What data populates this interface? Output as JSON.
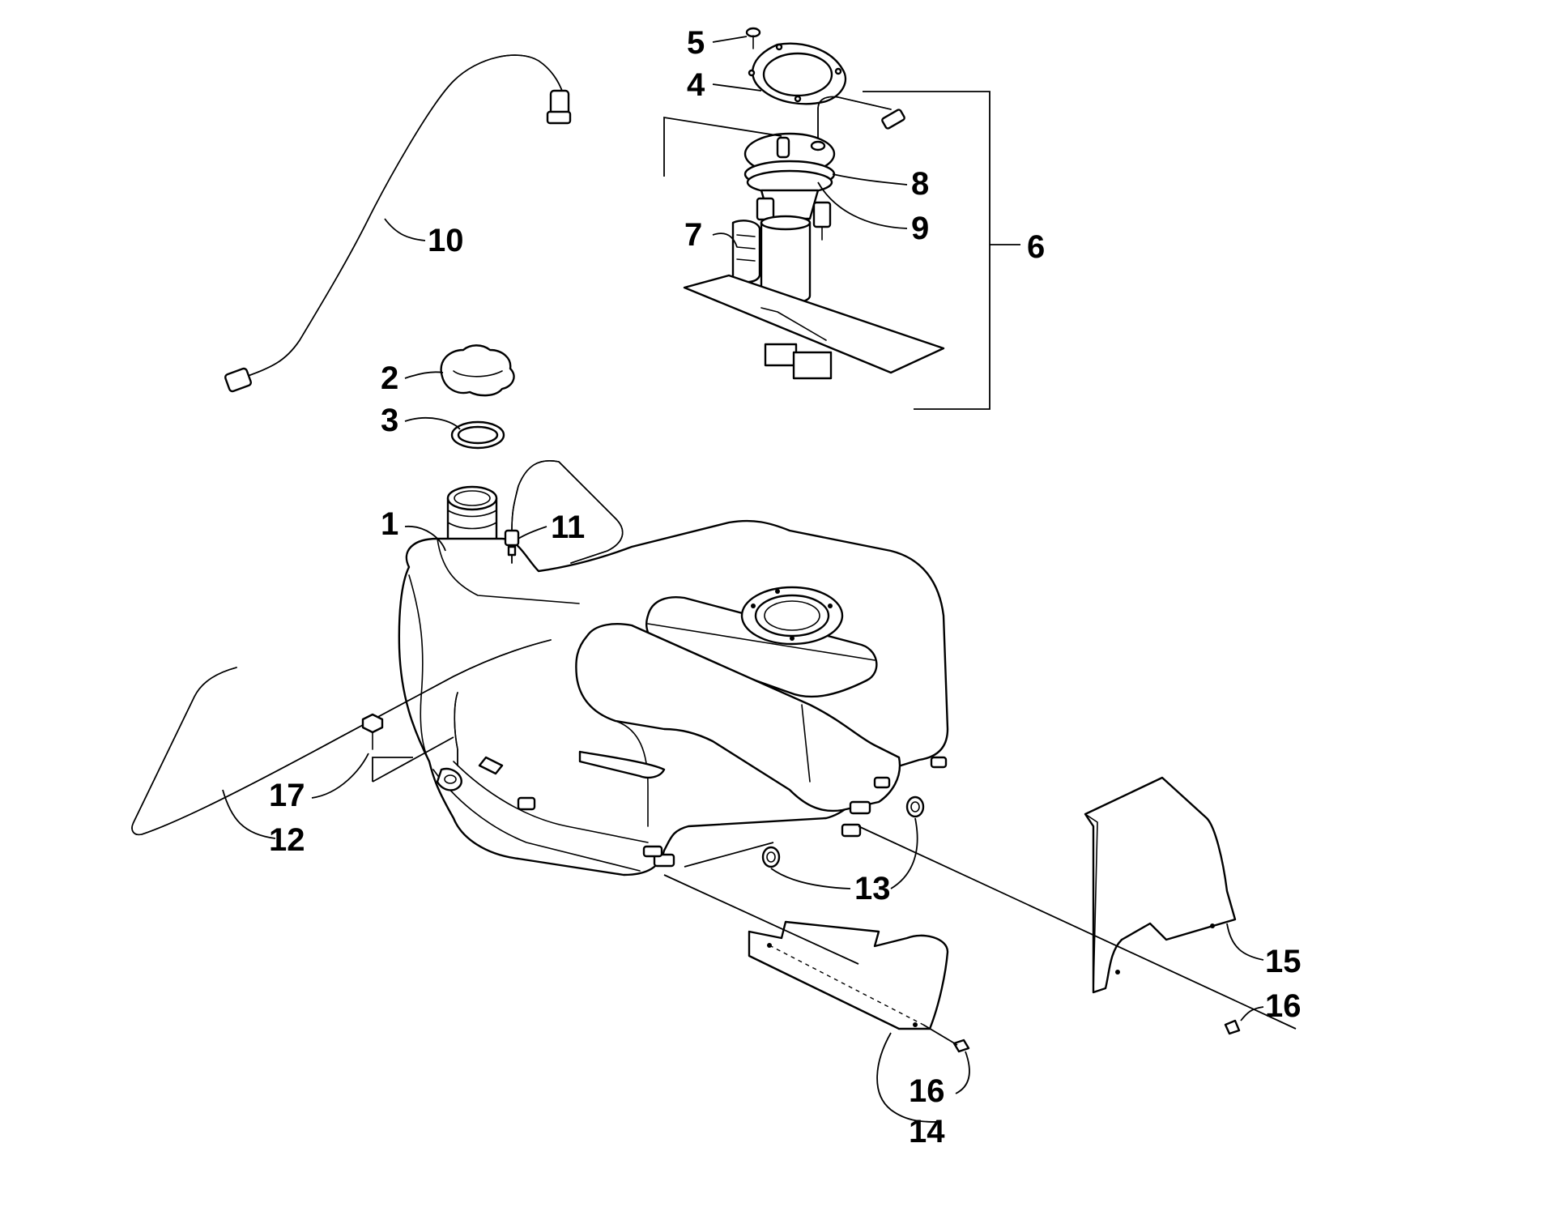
{
  "callouts": [
    {
      "id": "1",
      "text": "1"
    },
    {
      "id": "2",
      "text": "2"
    },
    {
      "id": "3",
      "text": "3"
    },
    {
      "id": "4",
      "text": "4"
    },
    {
      "id": "5",
      "text": "5"
    },
    {
      "id": "6",
      "text": "6"
    },
    {
      "id": "7",
      "text": "7"
    },
    {
      "id": "8",
      "text": "8"
    },
    {
      "id": "9",
      "text": "9"
    },
    {
      "id": "10",
      "text": "10"
    },
    {
      "id": "11",
      "text": "11"
    },
    {
      "id": "12",
      "text": "12"
    },
    {
      "id": "13",
      "text": "13"
    },
    {
      "id": "14",
      "text": "14"
    },
    {
      "id": "15",
      "text": "15"
    },
    {
      "id": "16a",
      "text": "16"
    },
    {
      "id": "16b",
      "text": "16"
    },
    {
      "id": "17",
      "text": "17"
    }
  ]
}
